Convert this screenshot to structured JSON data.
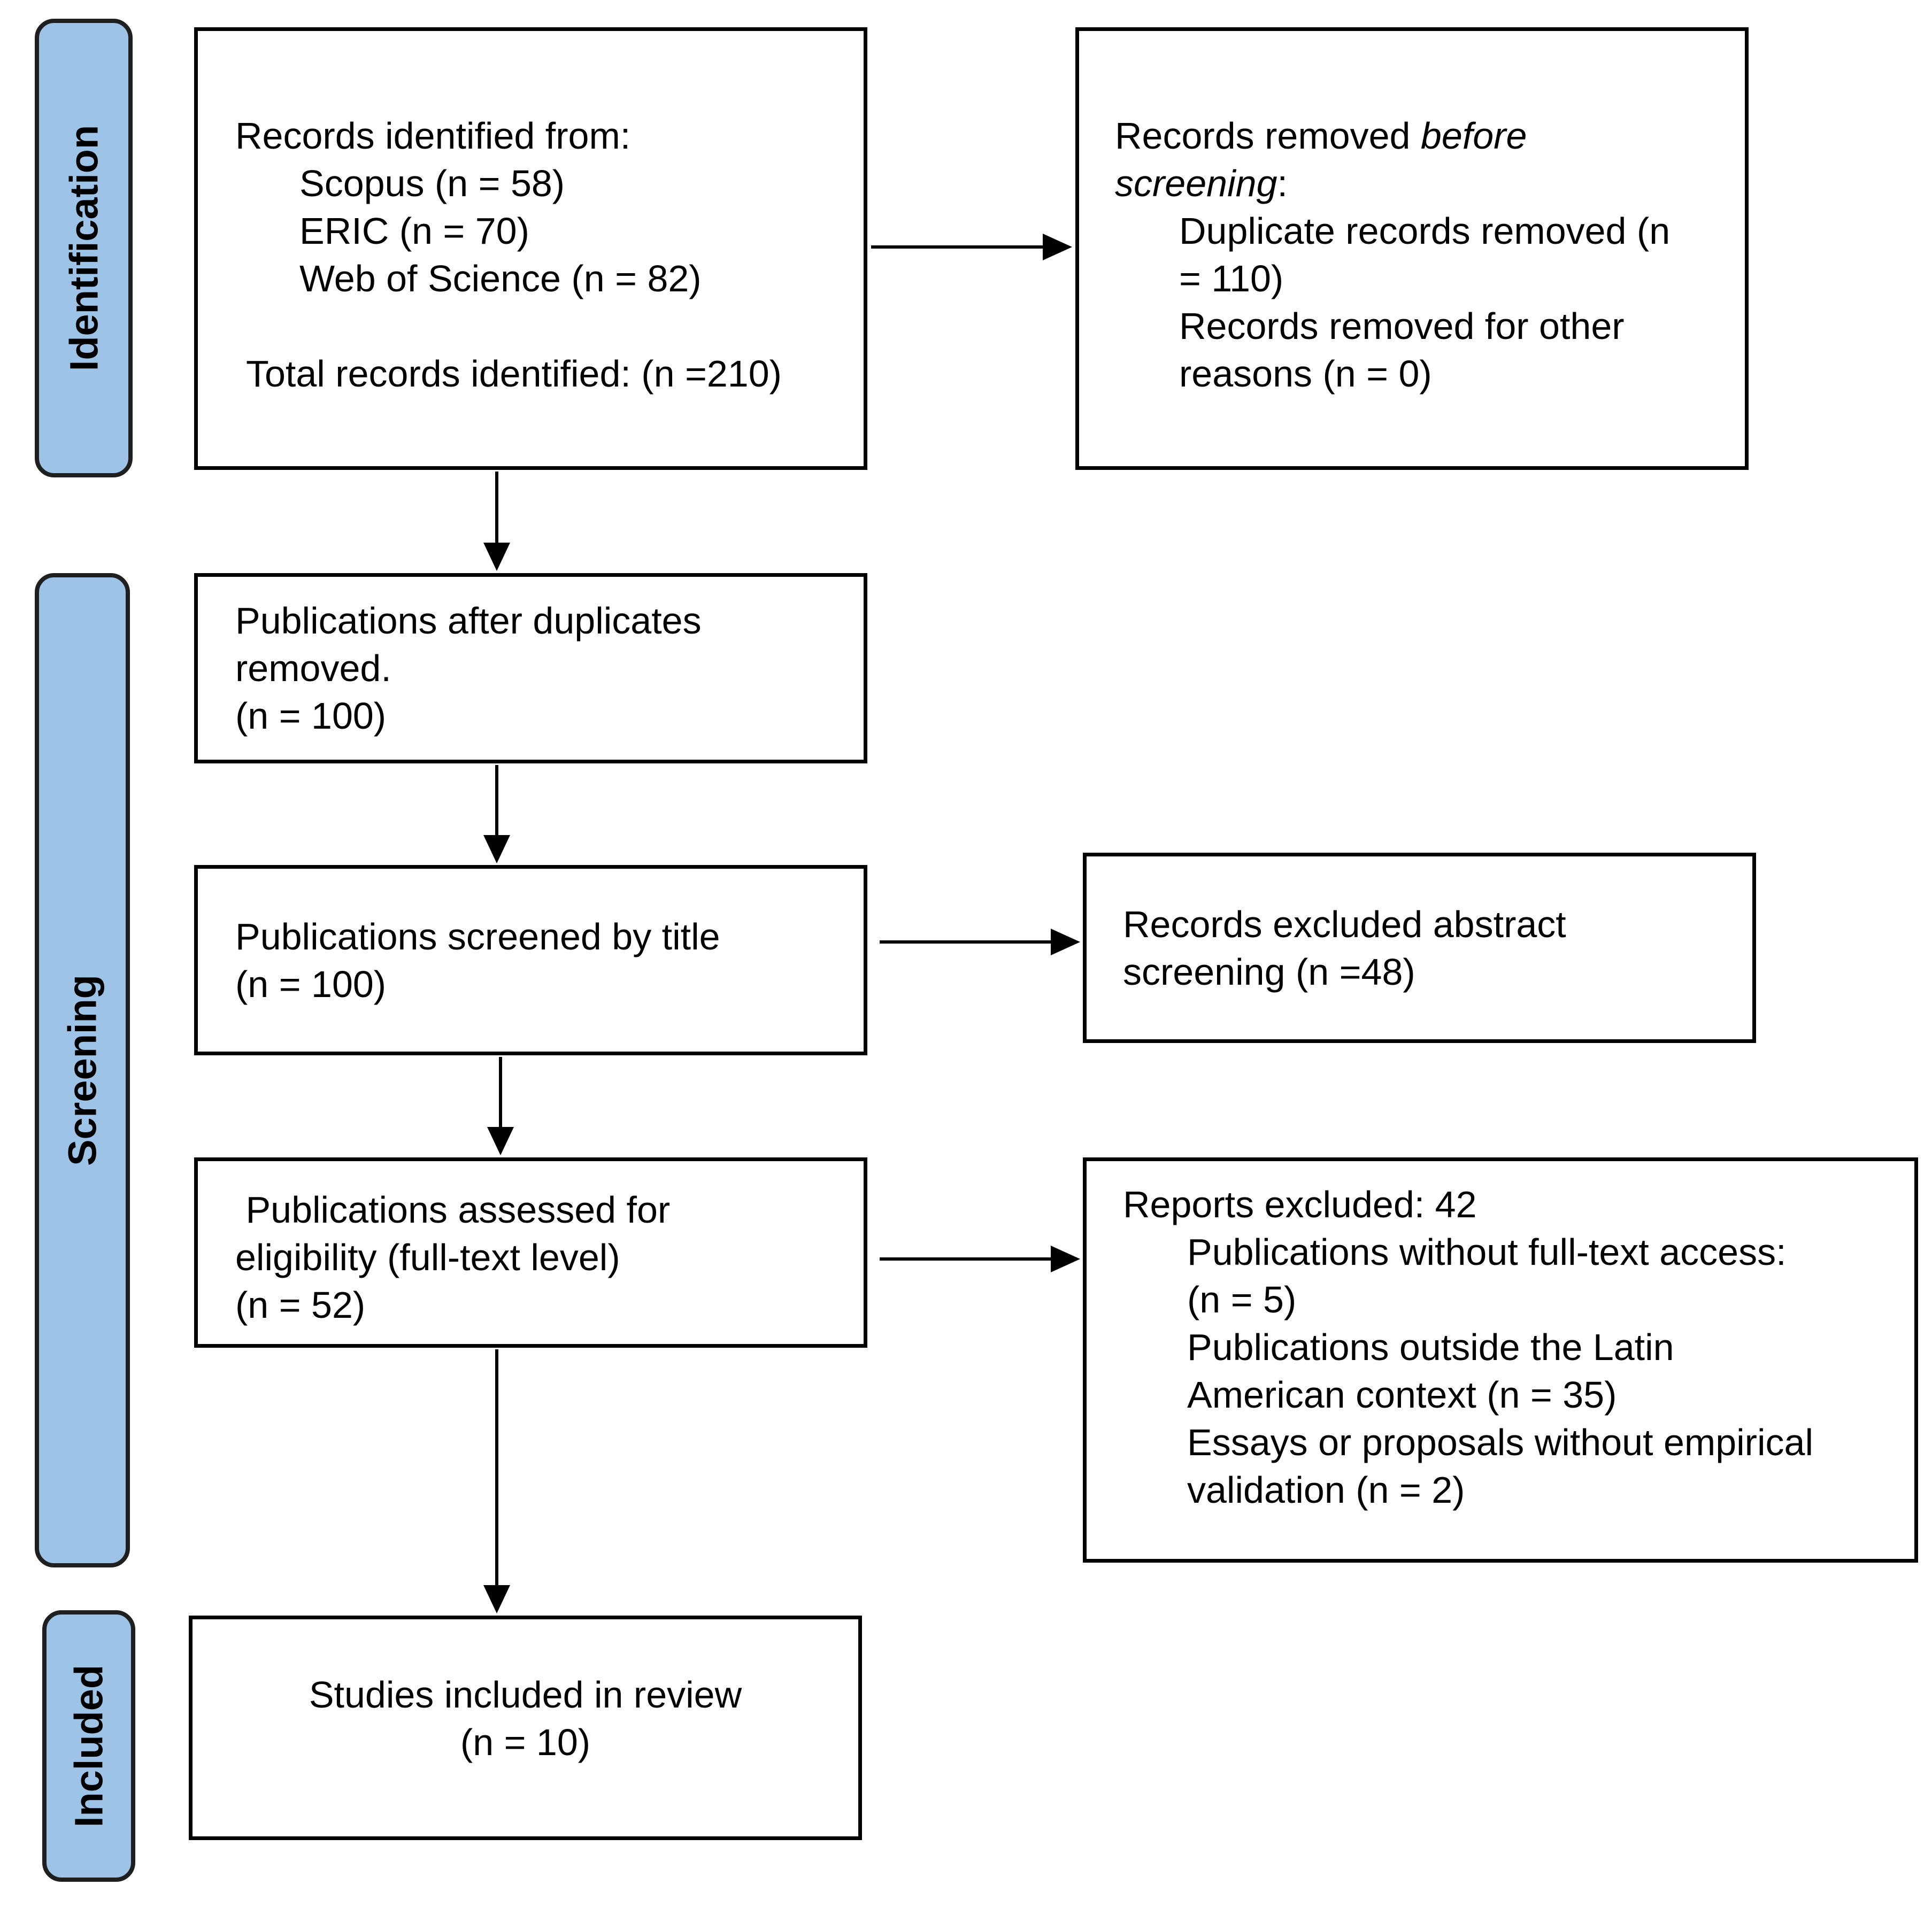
{
  "phases": {
    "identification": "Identification",
    "screening": "Screening",
    "included": "Included"
  },
  "boxes": {
    "identified": {
      "heading": "Records identified from:",
      "sources": [
        "Scopus (n = 58)",
        "ERIC (n = 70)",
        "Web of Science (n = 82)"
      ],
      "total": "Total records identified: (n =210)"
    },
    "removed": {
      "heading_plain": "Records removed ",
      "heading_italic_1": "before",
      "heading_italic_2": "screening",
      "heading_colon": ":",
      "lines": [
        "Duplicate records removed (n",
        "= 110)",
        "Records removed for other",
        "reasons (n = 0)"
      ]
    },
    "after_duplicates": {
      "lines": [
        "Publications after duplicates",
        "removed.",
        "(n = 100)"
      ]
    },
    "screened_title": {
      "lines": [
        "Publications screened by title",
        "(n = 100)"
      ]
    },
    "excluded_abstract": {
      "lines": [
        "Records excluded abstract",
        "screening (n =48)"
      ]
    },
    "assessed": {
      "lines": [
        " Publications assessed for",
        "eligibility (full-text level)",
        "(n = 52)"
      ]
    },
    "reports_excluded": {
      "heading": "Reports excluded: 42",
      "lines": [
        "Publications without full-text access:",
        "(n = 5)",
        "Publications outside the Latin",
        "American context (n = 35)",
        "Essays or proposals without empirical",
        "validation (n = 2)"
      ]
    },
    "included": {
      "lines": [
        "Studies included in review",
        "(n = 10)"
      ]
    }
  }
}
